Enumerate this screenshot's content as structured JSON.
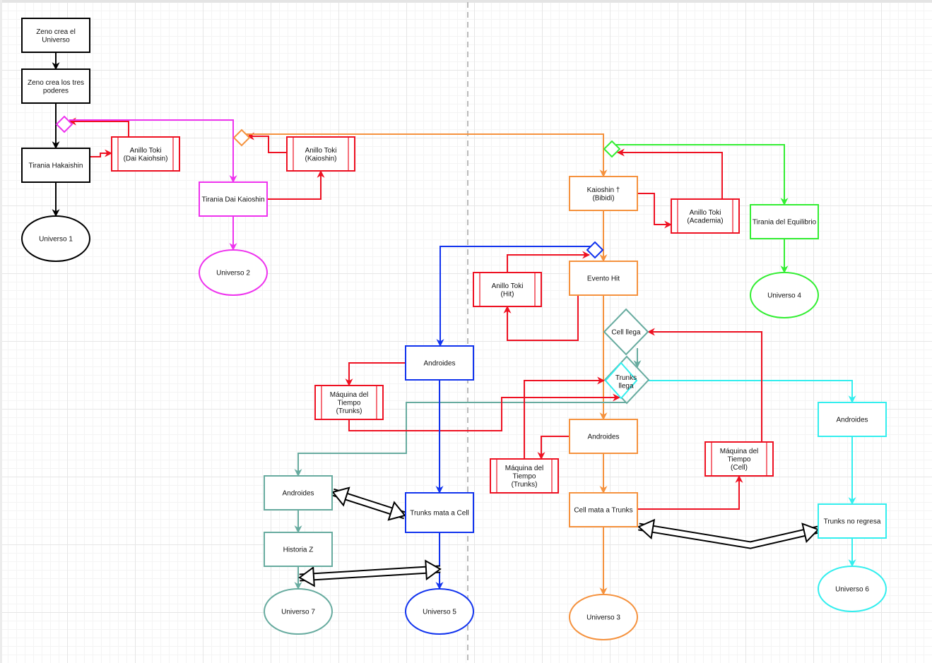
{
  "diagram": {
    "colors": {
      "black": "#000000",
      "magenta": "#ee33ee",
      "orange": "#f5923e",
      "green": "#33ee33",
      "blue": "#1133ee",
      "red": "#ee1122",
      "teal": "#67ab9f",
      "cyan": "#33eeee",
      "divider": "#bbbbbb"
    },
    "nodes": [
      {
        "id": "zeno-universo",
        "type": "process",
        "color": "black",
        "lines": [
          "Zeno crea el",
          "Universo"
        ]
      },
      {
        "id": "zeno-poderes",
        "type": "process",
        "color": "black",
        "lines": [
          "Zeno crea los tres",
          "poderes"
        ]
      },
      {
        "id": "tirania-hakaishin",
        "type": "process",
        "color": "black",
        "lines": [
          "Tirania Hakaishin"
        ]
      },
      {
        "id": "anillo-dai-kaiohsin",
        "type": "subprocess",
        "color": "red",
        "lines": [
          "Anillo Toki",
          "(Dai Kaiohsin)"
        ]
      },
      {
        "id": "universo-1",
        "type": "terminal",
        "color": "black",
        "lines": [
          "Universo 1"
        ]
      },
      {
        "id": "tirania-dai-kaioshin",
        "type": "process",
        "color": "magenta",
        "lines": [
          "Tirania Dai Kaioshin"
        ]
      },
      {
        "id": "anillo-kaioshin",
        "type": "subprocess",
        "color": "red",
        "lines": [
          "Anillo Toki",
          "(Kaioshin)"
        ]
      },
      {
        "id": "universo-2",
        "type": "terminal",
        "color": "magenta",
        "lines": [
          "Universo 2"
        ]
      },
      {
        "id": "kaioshin-bibidi",
        "type": "process",
        "color": "orange",
        "lines": [
          "Kaioshin †",
          "(Bibidi)"
        ]
      },
      {
        "id": "anillo-academia",
        "type": "subprocess",
        "color": "red",
        "lines": [
          "Anillo Toki",
          "(Academia)"
        ]
      },
      {
        "id": "tirania-equilibrio",
        "type": "process",
        "color": "green",
        "lines": [
          "Tirania del Equilibrio"
        ]
      },
      {
        "id": "universo-4",
        "type": "terminal",
        "color": "green",
        "lines": [
          "Universo 4"
        ]
      },
      {
        "id": "evento-hit",
        "type": "process",
        "color": "orange",
        "lines": [
          "Evento Hit"
        ]
      },
      {
        "id": "anillo-hit",
        "type": "subprocess",
        "color": "red",
        "lines": [
          "Anillo Toki",
          "(Hit)"
        ]
      },
      {
        "id": "cell-llega",
        "type": "decision",
        "color": "teal",
        "lines": [
          "Cell llega"
        ]
      },
      {
        "id": "trunks-llega",
        "type": "decision",
        "color": "cyan",
        "lines": [
          "Trunks",
          "llega"
        ]
      },
      {
        "id": "androides-blue",
        "type": "process",
        "color": "blue",
        "lines": [
          "Androides"
        ]
      },
      {
        "id": "maquina-trunks-1",
        "type": "subprocess",
        "color": "red",
        "lines": [
          "Máquina del",
          "Tiempo",
          "(Trunks)"
        ]
      },
      {
        "id": "androides-orange",
        "type": "process",
        "color": "orange",
        "lines": [
          "Androides"
        ]
      },
      {
        "id": "maquina-trunks-2",
        "type": "subprocess",
        "color": "red",
        "lines": [
          "Máquina del",
          "Tiempo",
          "(Trunks)"
        ]
      },
      {
        "id": "maquina-cell",
        "type": "subprocess",
        "color": "red",
        "lines": [
          "Máquina del",
          "Tiempo",
          "(Cell)"
        ]
      },
      {
        "id": "androides-cyan",
        "type": "process",
        "color": "cyan",
        "lines": [
          "Androides"
        ]
      },
      {
        "id": "androides-teal",
        "type": "process",
        "color": "teal",
        "lines": [
          "Androides"
        ]
      },
      {
        "id": "trunks-mata-cell",
        "type": "process",
        "color": "blue",
        "lines": [
          "Trunks mata a Cell"
        ]
      },
      {
        "id": "historia-z",
        "type": "process",
        "color": "teal",
        "lines": [
          "Historia Z"
        ]
      },
      {
        "id": "cell-mata-trunks",
        "type": "process",
        "color": "orange",
        "lines": [
          "Cell mata a Trunks"
        ]
      },
      {
        "id": "trunks-no-regresa",
        "type": "process",
        "color": "cyan",
        "lines": [
          "Trunks no regresa"
        ]
      },
      {
        "id": "universo-7",
        "type": "terminal",
        "color": "teal",
        "lines": [
          "Universo 7"
        ]
      },
      {
        "id": "universo-5",
        "type": "terminal",
        "color": "blue",
        "lines": [
          "Universo 5"
        ]
      },
      {
        "id": "universo-3",
        "type": "terminal",
        "color": "orange",
        "lines": [
          "Universo 3"
        ]
      },
      {
        "id": "universo-6",
        "type": "terminal",
        "color": "cyan",
        "lines": [
          "Universo 6"
        ]
      }
    ],
    "junctions": [
      {
        "id": "junction-magenta",
        "color": "magenta"
      },
      {
        "id": "junction-orange",
        "color": "orange"
      },
      {
        "id": "junction-green",
        "color": "green"
      },
      {
        "id": "junction-blue",
        "color": "blue"
      }
    ],
    "edges": [
      {
        "from": "zeno-universo",
        "to": "zeno-poderes",
        "color": "black"
      },
      {
        "from": "zeno-poderes",
        "to": "tirania-hakaishin",
        "color": "black"
      },
      {
        "from": "tirania-hakaishin",
        "to": "universo-1",
        "color": "black"
      },
      {
        "from": "tirania-hakaishin",
        "to": "anillo-dai-kaiohsin",
        "color": "red"
      },
      {
        "from": "anillo-dai-kaiohsin",
        "to": "junction-magenta",
        "color": "red"
      },
      {
        "from": "junction-magenta",
        "to": "tirania-dai-kaioshin",
        "color": "magenta"
      },
      {
        "from": "tirania-dai-kaioshin",
        "to": "universo-2",
        "color": "magenta"
      },
      {
        "from": "tirania-dai-kaioshin",
        "to": "anillo-kaioshin",
        "color": "red"
      },
      {
        "from": "anillo-kaioshin",
        "to": "junction-orange",
        "color": "red"
      },
      {
        "from": "junction-orange",
        "to": "kaioshin-bibidi",
        "color": "orange"
      },
      {
        "from": "kaioshin-bibidi",
        "to": "anillo-academia",
        "color": "red"
      },
      {
        "from": "anillo-academia",
        "to": "junction-green",
        "color": "red"
      },
      {
        "from": "junction-green",
        "to": "tirania-equilibrio",
        "color": "green"
      },
      {
        "from": "tirania-equilibrio",
        "to": "universo-4",
        "color": "green"
      },
      {
        "from": "kaioshin-bibidi",
        "to": "evento-hit",
        "color": "orange"
      },
      {
        "from": "evento-hit",
        "to": "anillo-hit",
        "color": "red"
      },
      {
        "from": "anillo-hit",
        "to": "junction-blue",
        "color": "red"
      },
      {
        "from": "junction-blue",
        "to": "androides-blue",
        "color": "blue"
      },
      {
        "from": "evento-hit",
        "to": "androides-orange",
        "color": "orange"
      },
      {
        "from": "cell-llega",
        "to": "trunks-llega",
        "color": "teal"
      },
      {
        "from": "trunks-llega",
        "to": "androides-cyan",
        "color": "cyan"
      },
      {
        "from": "trunks-llega",
        "to": "androides-teal",
        "color": "teal"
      },
      {
        "from": "androides-blue",
        "to": "maquina-trunks-1",
        "color": "red"
      },
      {
        "from": "maquina-trunks-1",
        "to": "trunks-llega",
        "color": "red"
      },
      {
        "from": "androides-blue",
        "to": "trunks-mata-cell",
        "color": "blue"
      },
      {
        "from": "trunks-mata-cell",
        "to": "universo-5",
        "color": "blue"
      },
      {
        "from": "androides-orange",
        "to": "maquina-trunks-2",
        "color": "red"
      },
      {
        "from": "maquina-trunks-2",
        "to": "trunks-llega",
        "color": "red"
      },
      {
        "from": "androides-orange",
        "to": "cell-mata-trunks",
        "color": "orange"
      },
      {
        "from": "cell-mata-trunks",
        "to": "maquina-cell",
        "color": "red"
      },
      {
        "from": "maquina-cell",
        "to": "cell-llega",
        "color": "red"
      },
      {
        "from": "cell-mata-trunks",
        "to": "universo-3",
        "color": "orange"
      },
      {
        "from": "androides-cyan",
        "to": "trunks-no-regresa",
        "color": "cyan"
      },
      {
        "from": "trunks-no-regresa",
        "to": "universo-6",
        "color": "cyan"
      },
      {
        "from": "androides-teal",
        "to": "historia-z",
        "color": "teal"
      },
      {
        "from": "historia-z",
        "to": "universo-7",
        "color": "teal"
      }
    ],
    "links": [
      {
        "id": "link-androides-trunks-mata-cell",
        "a": "androides-teal",
        "b": "trunks-mata-cell"
      },
      {
        "id": "link-historia-z-universo-5",
        "a": "historia-z",
        "b": "universo-5"
      },
      {
        "id": "link-cell-mata-trunks-trunks-no-regresa",
        "a": "cell-mata-trunks",
        "b": "trunks-no-regresa"
      }
    ]
  }
}
